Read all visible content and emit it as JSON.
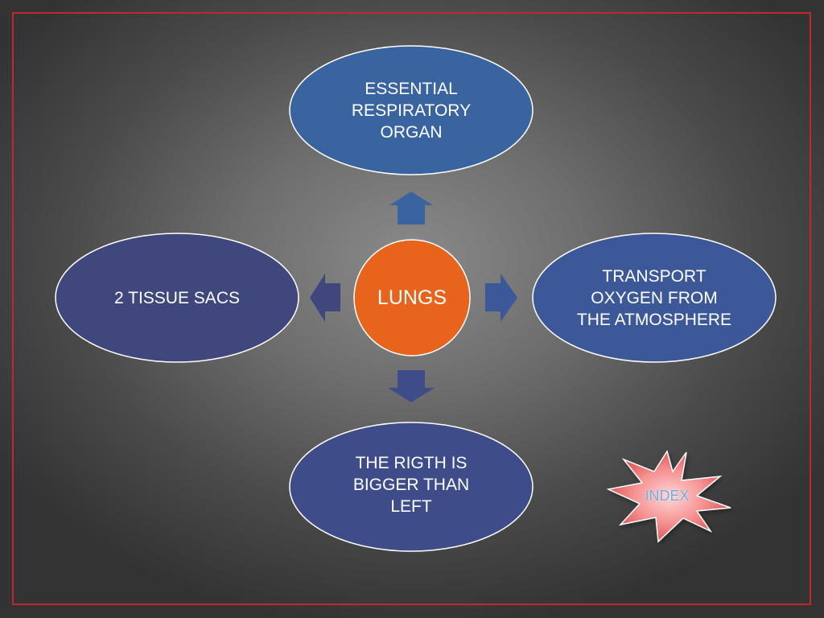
{
  "diagram": {
    "center": {
      "label": "LUNGS",
      "color": "#e8641c"
    },
    "top": {
      "text": "ESSENTIAL\nRESPIRATORY\nORGAN",
      "color": "#3a64a0"
    },
    "right": {
      "text": "TRANSPORT\nOXYGEN FROM\nTHE ATMOSPHERE",
      "color": "#3d5898"
    },
    "bottom": {
      "text": "THE RIGTH IS\nBIGGER THAN\nLEFT",
      "color": "#3e4d8a"
    },
    "left": {
      "text": "2 TISSUE SACS",
      "color": "#3f477c"
    },
    "arrow_colors": {
      "top": "#3a64a0",
      "right": "#3d5898",
      "bottom": "#3e4d8a",
      "left": "#3f477c"
    }
  },
  "index_button": {
    "label": "INDEX",
    "color": "#f07878"
  },
  "frame_color": "#c0282c"
}
